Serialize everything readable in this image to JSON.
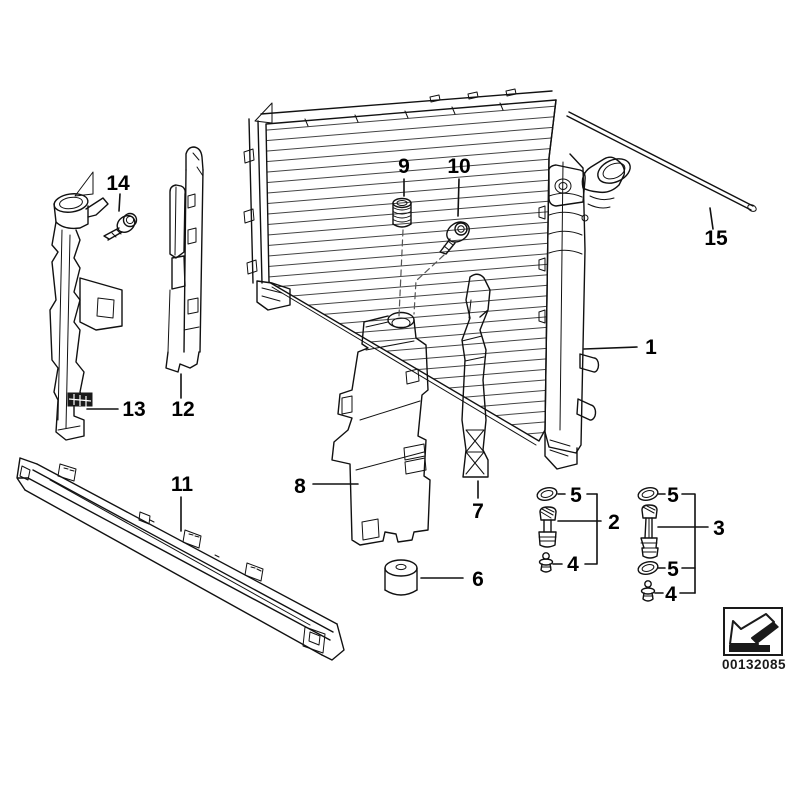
{
  "diagram_type": "exploded-parts-diagram",
  "document_number": "00132085",
  "callouts": [
    {
      "label": "1"
    },
    {
      "label": "2"
    },
    {
      "label": "3"
    },
    {
      "label": "4"
    },
    {
      "label": "4"
    },
    {
      "label": "5"
    },
    {
      "label": "5"
    },
    {
      "label": "5"
    },
    {
      "label": "6"
    },
    {
      "label": "7"
    },
    {
      "label": "8"
    },
    {
      "label": "9"
    },
    {
      "label": "10"
    },
    {
      "label": "11"
    },
    {
      "label": "12"
    },
    {
      "label": "13"
    },
    {
      "label": "14"
    },
    {
      "label": "15"
    }
  ],
  "icons": {
    "catalog_arrow": "arrow-down-left-3d"
  },
  "colors": {
    "line": "#111111",
    "background": "#ffffff",
    "label": "#000000"
  }
}
